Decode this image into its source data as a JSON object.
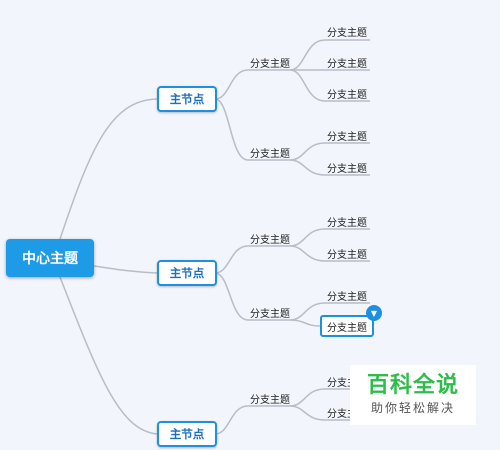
{
  "central": {
    "label": "中心主题"
  },
  "main_topics": [
    {
      "label": "主节点"
    },
    {
      "label": "主节点"
    },
    {
      "label": "主节点"
    }
  ],
  "branches": [
    {
      "label": "分支主题"
    },
    {
      "label": "分支主题"
    },
    {
      "label": "分支主题"
    },
    {
      "label": "分支主题"
    },
    {
      "label": "分支主题"
    }
  ],
  "leaves": [
    {
      "label": "分支主题"
    },
    {
      "label": "分支主题"
    },
    {
      "label": "分支主题"
    },
    {
      "label": "分支主题"
    },
    {
      "label": "分支主题"
    },
    {
      "label": "分支主题"
    },
    {
      "label": "分支主题"
    },
    {
      "label": "分支主题"
    },
    {
      "label": "分支主题"
    },
    {
      "label": "分支主题"
    },
    {
      "label": "分支主题"
    }
  ],
  "toggle_icon": "chevron-down-icon",
  "watermark": {
    "title": "百科全说",
    "subtitle": "助你轻松解决"
  },
  "colors": {
    "accent": "#1e9be6",
    "line": "#b8bcc6",
    "watermark_green": "#2ebd4a"
  }
}
